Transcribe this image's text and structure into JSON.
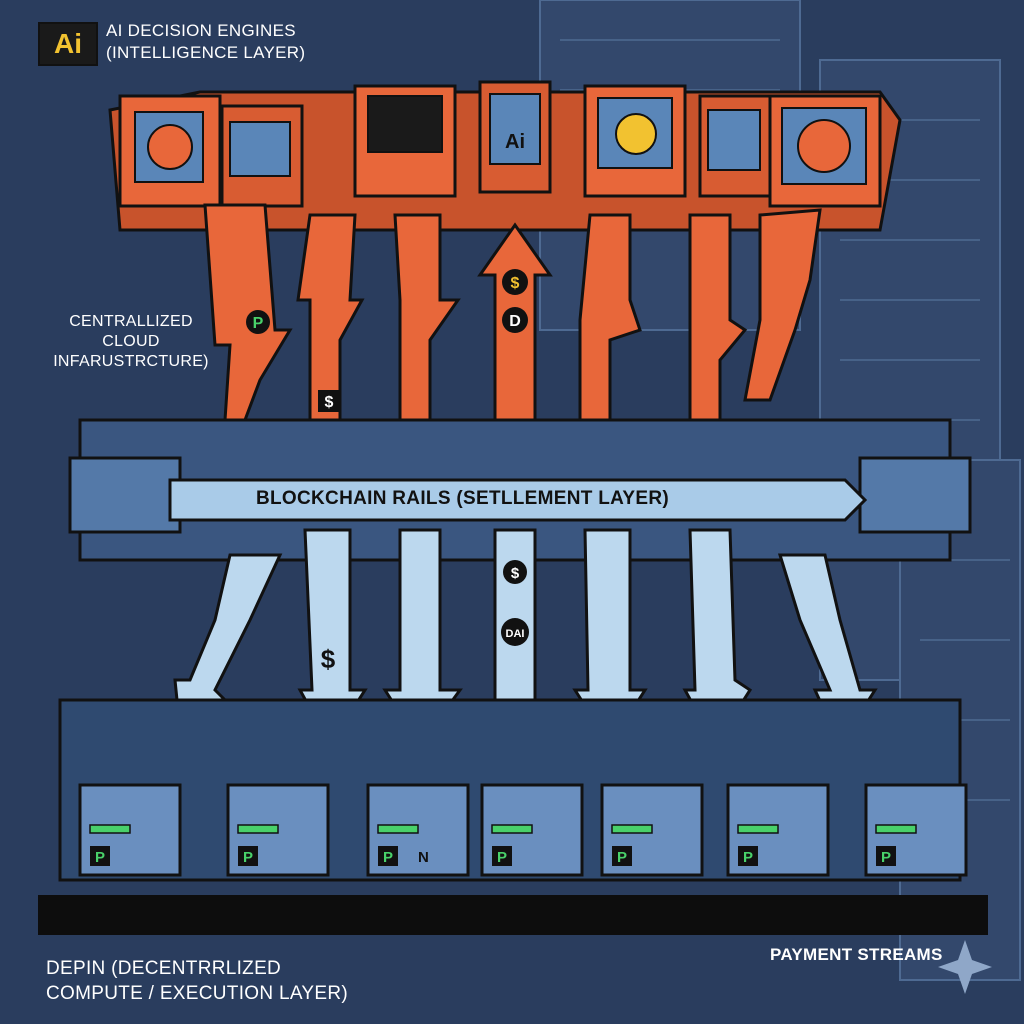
{
  "header": {
    "logo_text": "Ai",
    "title_line1": "AI DECISION ENGINES",
    "title_line2": "(INTELLIGENCE LAYER)"
  },
  "cloud": {
    "line1": "CENTRALLIZED",
    "line2": "CLOUD",
    "line3": "INFARUSTRCTURE)"
  },
  "rails": {
    "label": "BLOCKCHAIN RAILS (SETLLEMENT LAYER)"
  },
  "depin": {
    "line1": "DEPIN (DECENTRRLIZED",
    "line2": "COMPUTE / EXECUTION LAYER)"
  },
  "payments": {
    "label": "PAYMENT STREAMS"
  },
  "engine_icons": [
    "Ai"
  ],
  "coin_icons": [
    "$",
    "D",
    "DAI",
    "P",
    "N"
  ],
  "colors": {
    "background": "#2a3d5e",
    "ai_layer": "#e8673a",
    "rails": "#a9cbe8",
    "down_arrows": "#bcd8ee",
    "depin": "#3f6a9a",
    "accent_yellow": "#f2c230",
    "accent_green": "#49d16a"
  }
}
